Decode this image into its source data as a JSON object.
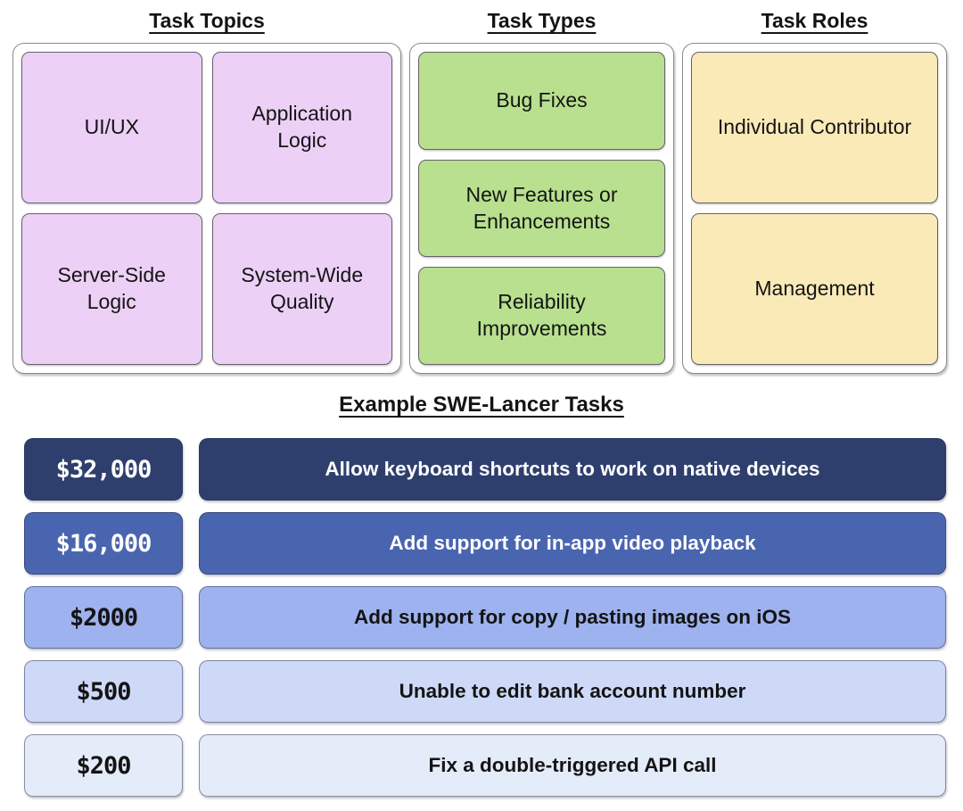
{
  "columns": [
    {
      "header": "Task Topics",
      "fill_color": "#ecd0f6",
      "boxes": [
        "UI/UX",
        "Application Logic",
        "Server-Side Logic",
        "System-Wide Quality"
      ]
    },
    {
      "header": "Task Types",
      "fill_color": "#b8e08e",
      "boxes": [
        "Bug Fixes",
        "New Features or Enhancements",
        "Reliability Improvements"
      ]
    },
    {
      "header": "Task Roles",
      "fill_color": "#faeab8",
      "boxes": [
        "Individual Contributor",
        "Management"
      ]
    }
  ],
  "examples": {
    "title": "Example SWE-Lancer Tasks",
    "rows": [
      {
        "price": "$32,000",
        "task": "Allow keyboard shortcuts to work on native devices",
        "bg": "#2e3f6e",
        "fg": "#ffffff"
      },
      {
        "price": "$16,000",
        "task": "Add support for in-app video playback",
        "bg": "#4a65b0",
        "fg": "#ffffff"
      },
      {
        "price": "$2000",
        "task": "Add support for copy / pasting images on iOS",
        "bg": "#9db2ee",
        "fg": "#141414"
      },
      {
        "price": "$500",
        "task": "Unable to edit bank account number",
        "bg": "#cdd9f7",
        "fg": "#141414"
      },
      {
        "price": "$200",
        "task": "Fix a double-triggered API call",
        "bg": "#e4ebf9",
        "fg": "#141414"
      }
    ]
  }
}
